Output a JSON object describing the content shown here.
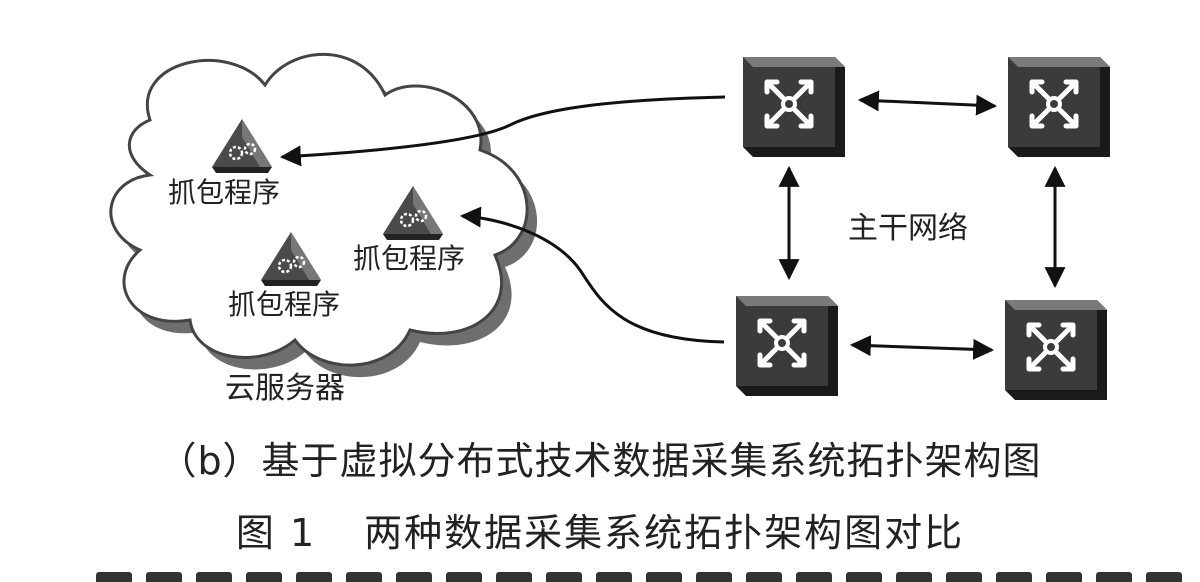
{
  "labels": {
    "capture_1": "抓包程序",
    "capture_2": "抓包程序",
    "capture_3": "抓包程序",
    "backbone": "主干网络",
    "cloud": "云服务器"
  },
  "captions": {
    "subfigure": "（b）基于虚拟分布式技术数据采集系统拓扑架构图",
    "figure_number": "图 1",
    "figure_title": "两种数据采集系统拓扑架构图对比"
  },
  "colors": {
    "ink": "#222222",
    "cloud_shadow": "#6e6e6e",
    "switch_face": "#3b3b3b",
    "switch_side": "#1a1a1a",
    "switch_top": "#7a7a7a"
  },
  "icons": [
    "cloud-icon",
    "gear-triangle-icon",
    "switch-icon"
  ]
}
